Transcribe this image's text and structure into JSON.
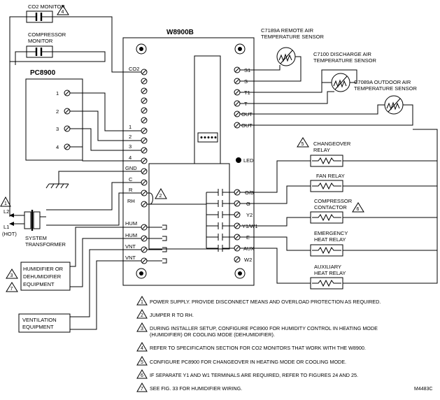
{
  "controller": {
    "name": "W8900B",
    "left_terminals": [
      "CO2",
      "1",
      "2",
      "3",
      "4",
      "GND",
      "C",
      "R",
      "RH",
      "HUM",
      "HUM",
      "VNT",
      "VNT"
    ],
    "right_terminals": [
      "S1",
      "S",
      "T1",
      "T",
      "OUT",
      "OUT",
      "O/B",
      "G",
      "Y2",
      "Y1/W1",
      "E",
      "AUX",
      "W2"
    ],
    "led_label": "LED"
  },
  "devices": {
    "co2_monitor": "CO2 MONITOR",
    "compressor_monitor_l1": "COMPRESSOR",
    "compressor_monitor_l2": "MONITOR",
    "pc8900": "PC8900",
    "pc_terminals": [
      "1",
      "2",
      "3",
      "4"
    ],
    "transformer_l1": "SYSTEM",
    "transformer_l2": "TRANSFORMER",
    "l2": "L2",
    "l1": "L1",
    "hot": "(HOT)",
    "humidifier_l1": "HUMIDIFIER OR",
    "humidifier_l2": "DEHUMIDIFIER",
    "humidifier_l3": "EQUIPMENT",
    "ventilation_l1": "VENTILATION",
    "ventilation_l2": "EQUIPMENT"
  },
  "sensors": [
    {
      "l1": "C7189A REMOTE AIR",
      "l2": "TEMPERATURE SENSOR"
    },
    {
      "l1": "C7100 DISCHARGE AIR",
      "l2": "TEMPERATURE SENSOR"
    },
    {
      "l1": "C7089A OUTDOOR AIR",
      "l2": "TEMPERATURE SENSOR"
    }
  ],
  "relays": [
    {
      "l1": "CHANGEOVER",
      "l2": "RELAY"
    },
    {
      "l1": "FAN RELAY",
      "l2": ""
    },
    {
      "l1": "COMPRESSOR",
      "l2": "CONTACTOR"
    },
    {
      "l1": "EMERGENCY",
      "l2": "HEAT RELAY"
    },
    {
      "l1": "AUXILIARY",
      "l2": "HEAT RELAY"
    }
  ],
  "notes": [
    {
      "num": "1",
      "text": "POWER SUPPLY. PROVIDE DISCONNECT MEANS AND OVERLOAD PROTECTION AS REQUIRED."
    },
    {
      "num": "2",
      "text": "JUMPER R TO RH."
    },
    {
      "num": "3",
      "text": "DURING INSTALLER SETUP, CONFIGURE PC8900 FOR HUMIDITY CONTROL IN HEATING MODE"
    },
    {
      "num": "",
      "text": "(HUMIDIFIER) OR COOLING MODE (DEHUMIDIFIER)."
    },
    {
      "num": "4",
      "text": "REFER TO SPECIFICATION SECTION FOR CO2 MONITORS THAT WORK WITH THE W8900."
    },
    {
      "num": "5",
      "text": "CONFIGURE PC8900 FOR CHANGEOVER IN HEATING MODE OR COOLING MODE."
    },
    {
      "num": "6",
      "text": "IF SEPARATE Y1 AND W1 TERMINALS ARE REQUIRED, REFER TO FIGURES 24 AND 25."
    },
    {
      "num": "7",
      "text": "SEE FIG. 33 FOR HUMIDIFIER WIRING."
    }
  ],
  "callouts": {
    "one": "1",
    "two": "2",
    "three": "3",
    "four": "4",
    "five": "5",
    "six": "6",
    "seven": "7"
  },
  "figure_code": "M4483C"
}
